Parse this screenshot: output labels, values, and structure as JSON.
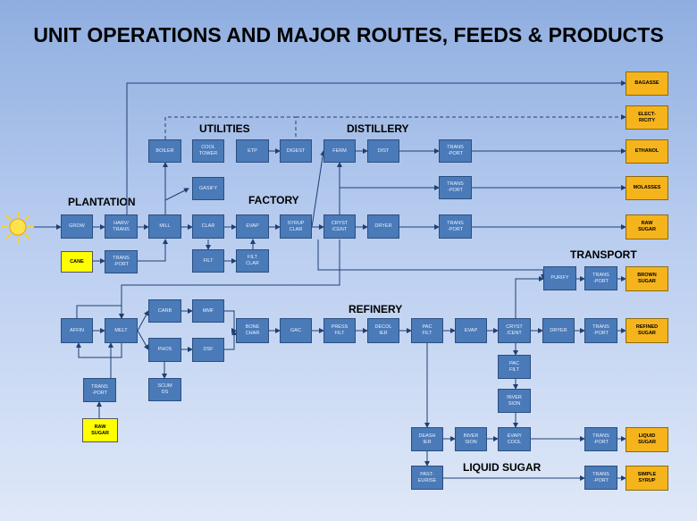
{
  "title": "UNIT OPERATIONS AND MAJOR ROUTES, FEEDS & PRODUCTS",
  "sections": {
    "plantation": "PLANTATION",
    "utilities": "UTILITIES",
    "distillery": "DISTILLERY",
    "factory": "FACTORY",
    "transport": "TRANSPORT",
    "refinery": "REFINERY",
    "liquid_sugar": "LIQUID SUGAR"
  },
  "nodes": {
    "grow": "GROW",
    "harv": "HARV/\nTRANS",
    "mill": "MILL",
    "cane": "CANE",
    "trans_cane": "TRANS\n-PORT",
    "boiler": "BOILER",
    "cooltower": "COOL\nTOWER",
    "gasify": "GASIFY",
    "etp": "ETP",
    "digest": "DIGEST",
    "ferm": "FERM",
    "dist": "DIST",
    "trans_eth": "TRANS\n-PORT",
    "trans_mol": "TRANS\n-PORT",
    "clar": "CLAR",
    "filt": "FILT",
    "evap_f": "EVAP",
    "filtclar": "FILT\nCLAR",
    "syrupclar": "SYRUP\nCLAR",
    "cryst_f": "CRYST\n/CENT",
    "dryer_f": "DRYER",
    "trans_raw": "TRANS\n-PORT",
    "purify": "PURIFY",
    "trans_brown": "TRANS\n-PORT",
    "affin": "AFFIN",
    "melt": "MELT",
    "carb": "CARB",
    "mmf": "MMF",
    "phos": "PHOS",
    "dsf": "DSF",
    "scum": "SCUM\nDS",
    "bonechar": "BONE\nCHAR",
    "gac": "GAC",
    "pressfilt": "PRESS\nFILT",
    "decol": "DECOL\nIER",
    "pacfilt": "PAC\nFILT",
    "evap_r": "EVAP",
    "cryst_r": "CRYST\n/CENT",
    "dryer_r": "DRYER",
    "trans_ref": "TRANS\n-PORT",
    "pacfilt2": "PAC\nFILT",
    "inversion_v": "INVER\nSION",
    "deashier": "DEASH\nIER",
    "inversion_h": "INVER\nSION",
    "evapcool": "EVAP/\nCOOL",
    "trans_liq": "TRANS\n-PORT",
    "pasteurise": "PAST-\nEURISE",
    "trans_simple": "TRANS\n-PORT",
    "trans_rawin": "TRANS\n-PORT",
    "rawsugar_in": "RAW\nSUGAR",
    "bagasse": "BAGASSE",
    "electricity": "ELECT-\nRICITY",
    "ethanol": "ETHANOL",
    "molasses": "MOLASSES",
    "rawsugar_out": "RAW\nSUGAR",
    "brownsugar": "BROWN\nSUGAR",
    "refinedsugar": "REFINED\nSUGAR",
    "liquidsugar": "LIQUID\nSUGAR",
    "simplesyrup": "SIMPLE\nSYRUP"
  },
  "colors": {
    "operation": "#4a7ab8",
    "product": "#f5b41c",
    "feed": "#ffff00",
    "line": "#1f3f72",
    "sun": "#ffd21f"
  }
}
